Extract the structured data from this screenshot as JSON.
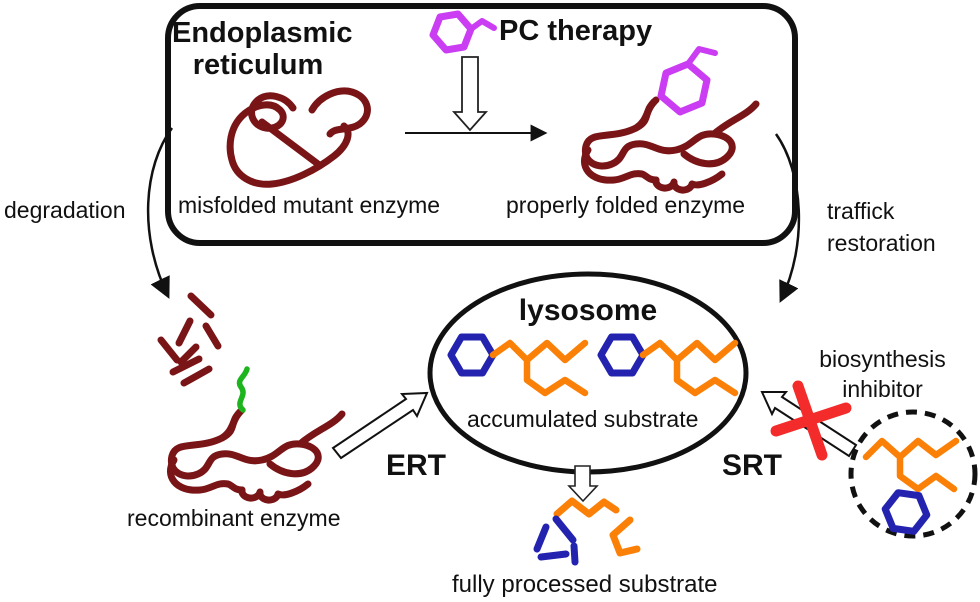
{
  "colors": {
    "enzyme_maroon": "#7a1517",
    "chaperone_magenta": "#cb3df2",
    "substrate_orange": "#fb8008",
    "substrate_blue": "#2323b0",
    "tag_green": "#1eb41e",
    "cross_red": "#f42b2b",
    "line_black": "#111111",
    "background": "#ffffff"
  },
  "er_box": {
    "title_line1": "Endoplasmic",
    "title_line2": "reticulum",
    "pc_therapy_label": "PC therapy",
    "misfolded_label": "misfolded mutant enzyme",
    "folded_label": "properly folded enzyme"
  },
  "left_pathway": {
    "degradation_label": "degradation",
    "recombinant_label": "recombinant enzyme",
    "ert_label": "ERT"
  },
  "lysosome": {
    "title": "lysosome",
    "accumulated_label": "accumulated substrate",
    "processed_label": "fully processed substrate"
  },
  "right_pathway": {
    "traffick_line1": "traffick",
    "traffick_line2": "restoration",
    "srt_label": "SRT",
    "biosynthesis_line1": "biosynthesis",
    "biosynthesis_line2": "inhibitor"
  }
}
